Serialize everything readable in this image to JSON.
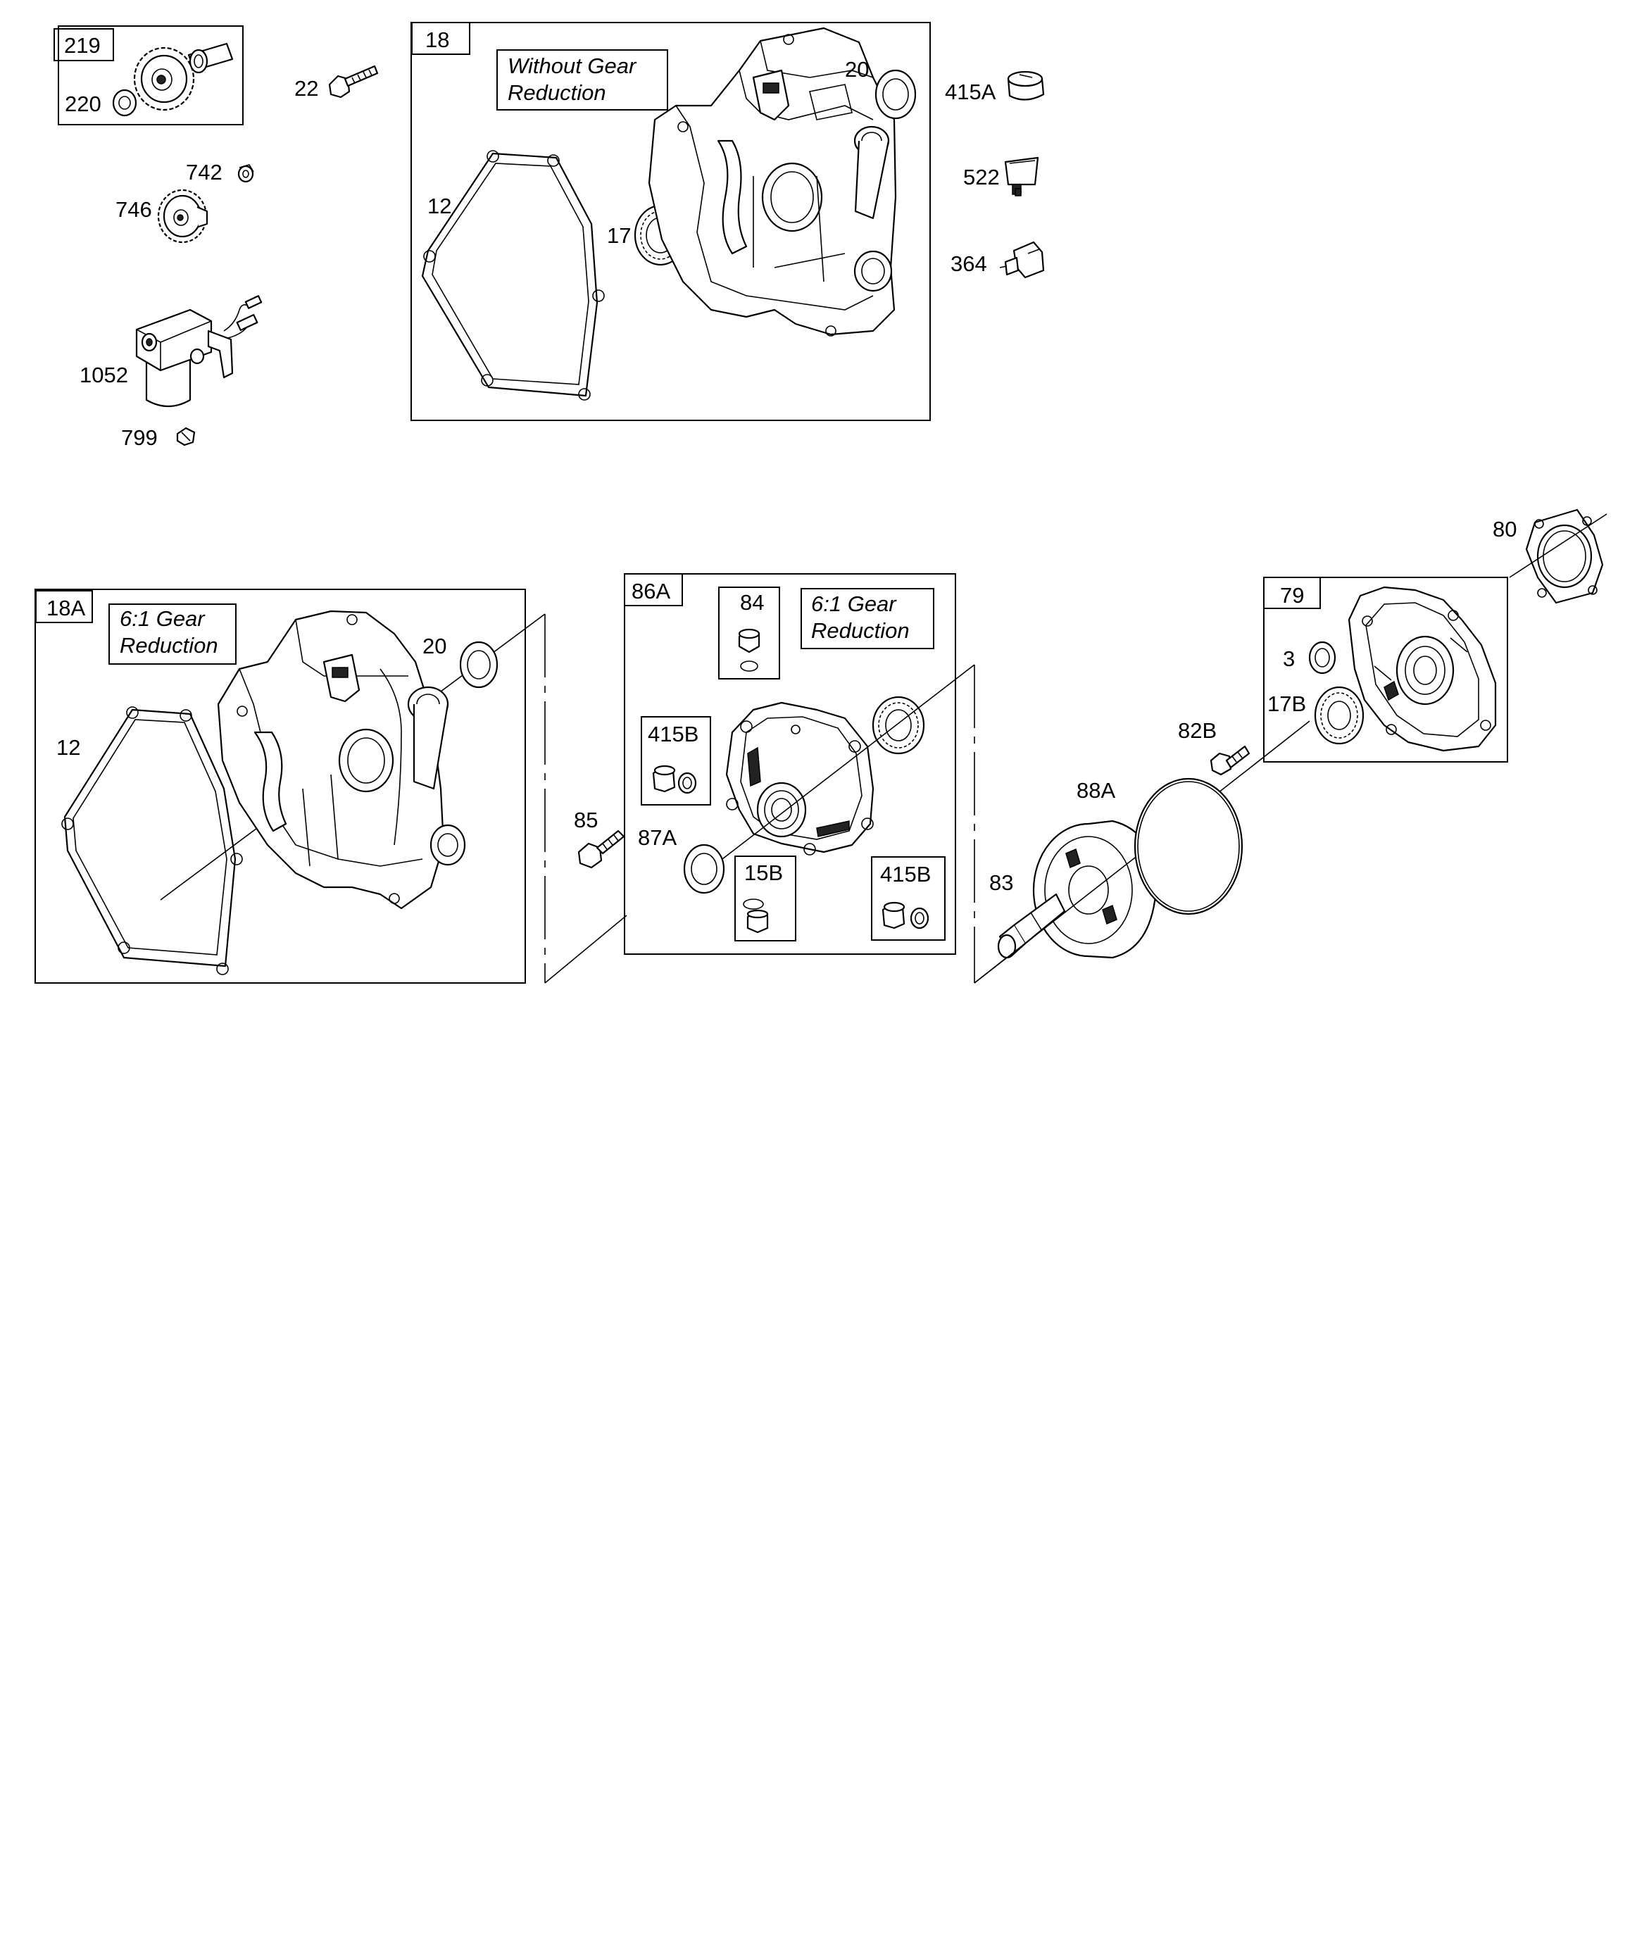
{
  "callouts": {
    "p219": "219",
    "p220": "220",
    "p22": "22",
    "p742": "742",
    "p746": "746",
    "p1052": "1052",
    "p799": "799",
    "p18": "18",
    "p18_note_line1": "Without  Gear",
    "p18_note_line2": "Reduction",
    "p20_top": "20",
    "p12_top": "12",
    "p17": "17",
    "p415A": "415A",
    "p522": "522",
    "p364": "364",
    "p80": "80",
    "p18A": "18A",
    "p18A_note_line1": "6:1    Gear",
    "p18A_note_line2": "Reduction",
    "p12_bottom": "12",
    "p20_bottom": "20",
    "p86A": "86A",
    "p84": "84",
    "p86A_note_line1": "6:1    Gear",
    "p86A_note_line2": "Reduction",
    "p415B_left": "415B",
    "p85": "85",
    "p87A": "87A",
    "p15B": "15B",
    "p415B_right": "415B",
    "p79": "79",
    "p3": "3",
    "p17B": "17B",
    "p82B": "82B",
    "p88A": "88A",
    "p83": "83"
  },
  "icons": [
    "gear-icon",
    "washer-icon",
    "bolt-icon",
    "solenoid-icon",
    "gasket-icon",
    "crankcase-icon",
    "seal-icon",
    "bearing-icon",
    "dipstick-cap-icon",
    "key-switch-icon",
    "oil-sensor-icon",
    "gear-cover-icon",
    "drain-plug-icon",
    "o-ring-icon",
    "output-shaft-icon"
  ]
}
